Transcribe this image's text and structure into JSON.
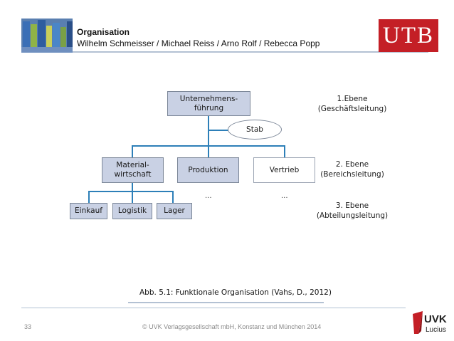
{
  "header": {
    "title": "Organisation",
    "authors": "Wilhelm Schmeisser / Michael Reiss / Arno Rolf / Rebecca Popp",
    "publisher_logo": "UTB"
  },
  "diagram": {
    "top_box": "Unternehmens-\nführung",
    "staff": "Stab",
    "level2": [
      "Material-\nwirtschaft",
      "Produktion",
      "Vertrieb"
    ],
    "level3": [
      "Einkauf",
      "Logistik",
      "Lager"
    ],
    "ellipsis": "...",
    "levels": [
      "1.Ebene\n(Geschäftsleitung)",
      "2. Ebene\n(Bereichsleitung)",
      "3. Ebene\n(Abteilungsleitung)"
    ]
  },
  "caption": "Abb. 5.1: Funktionale Organisation (Vahs, D., 2012)",
  "footer": {
    "page_number": "33",
    "copyright": "© UVK Verlagsgesellschaft mbH, Konstanz und München 2014",
    "logo_main": "UVK",
    "logo_sub": "Lucius"
  },
  "colors": {
    "box_fill": "#c9d1e4",
    "connector": "#2d7fb8",
    "utb_red": "#c41f26"
  }
}
